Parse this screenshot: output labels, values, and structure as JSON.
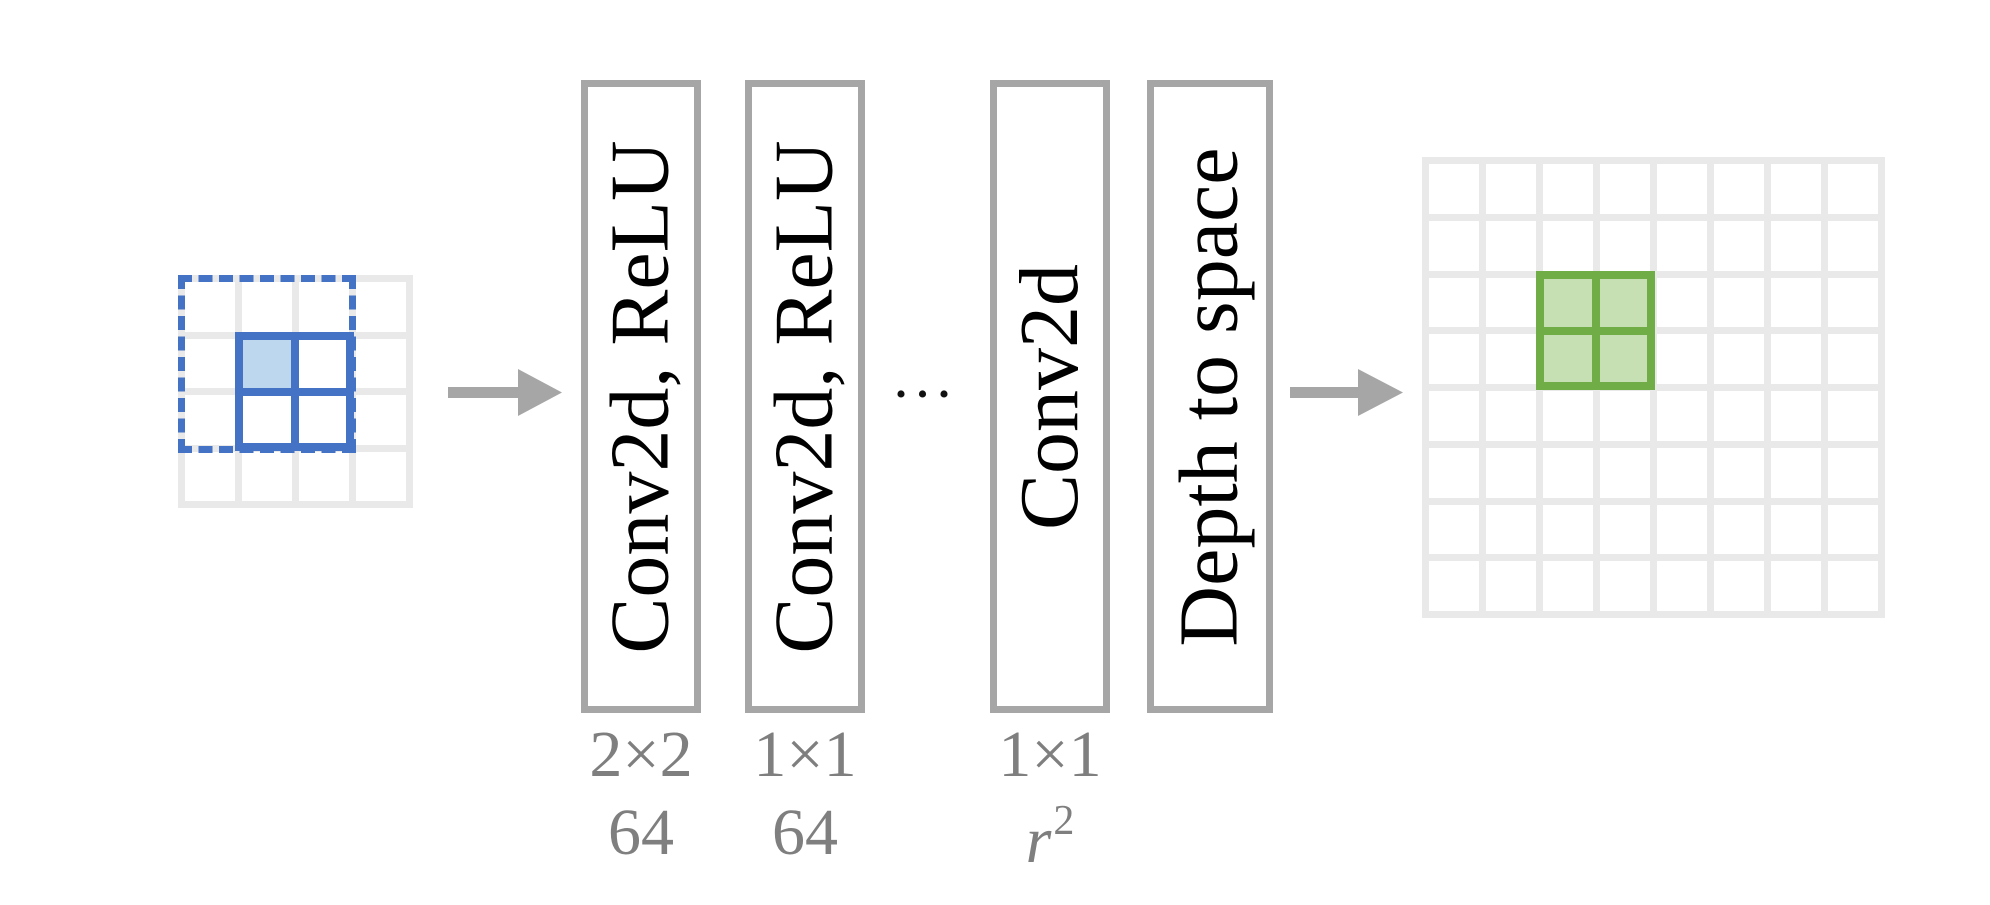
{
  "figure": {
    "layers": [
      {
        "name": "Conv2d, ReLU",
        "kernel": "2×2",
        "filters": "64"
      },
      {
        "name": "Conv2d, ReLU",
        "kernel": "1×1",
        "filters": "64"
      },
      {
        "name": "Conv2d",
        "kernel": "1×1",
        "filters_base": "r",
        "filters_sup": "2"
      },
      {
        "name": "Depth to space"
      }
    ],
    "ellipsis": "•••",
    "input_grid": {
      "rows": 4,
      "cols": 4,
      "dotted_window": {
        "row": 0,
        "col": 0,
        "span": 3
      },
      "patch": {
        "row": 1,
        "col": 1,
        "span": 2
      },
      "filled_cell": {
        "row": 1,
        "col": 1
      }
    },
    "output_grid": {
      "rows": 8,
      "cols": 8,
      "patch": {
        "row": 2,
        "col": 2,
        "span": 2
      }
    },
    "colors": {
      "blue": "#4472C4",
      "light_blue": "#BDD7EE",
      "green": "#70AD47",
      "light_green": "#C6E0B4",
      "grid_line_gray": "#E9E9E9",
      "arrow_gray": "#A6A6A6",
      "box_border_gray": "#A6A6A6",
      "label_gray": "#7F7F7F",
      "text_black": "#000000"
    }
  }
}
